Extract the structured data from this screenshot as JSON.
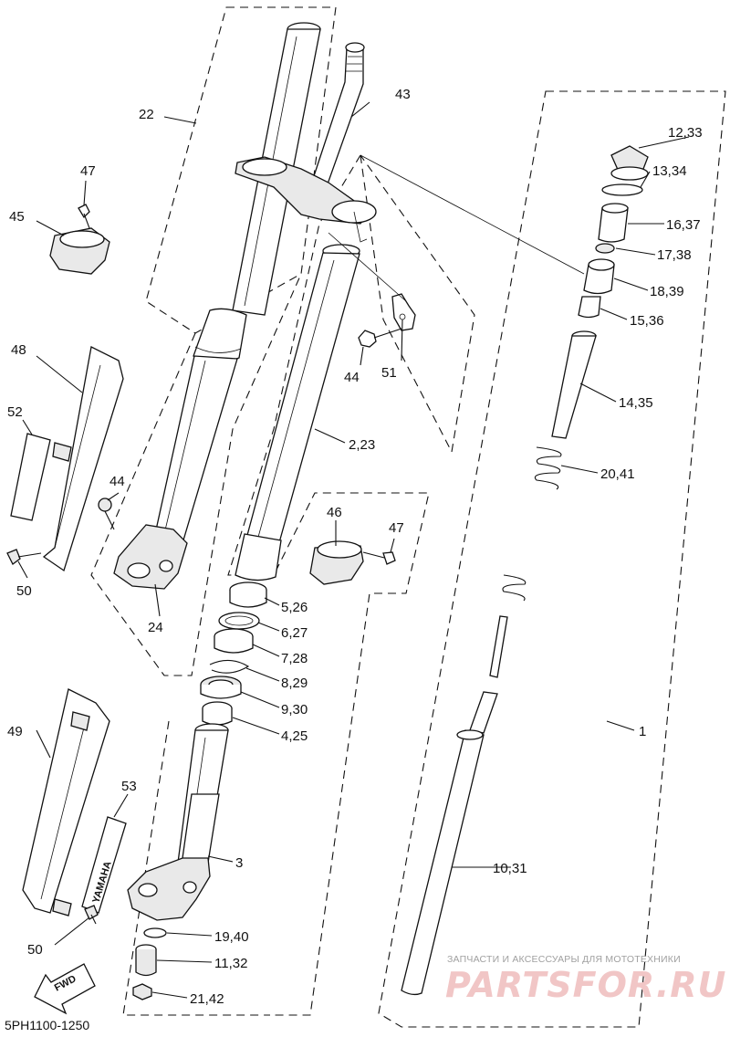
{
  "labels": {
    "l1": "1",
    "l2_23": "2,23",
    "l3": "3",
    "l4_25": "4,25",
    "l5_26": "5,26",
    "l6_27": "6,27",
    "l7_28": "7,28",
    "l8_29": "8,29",
    "l9_30": "9,30",
    "l10_31": "10,31",
    "l11_32": "11,32",
    "l12_33": "12,33",
    "l13_34": "13,34",
    "l14_35": "14,35",
    "l15_36": "15,36",
    "l16_37": "16,37",
    "l17_38": "17,38",
    "l18_39": "18,39",
    "l19_40": "19,40",
    "l20_41": "20,41",
    "l21_42": "21,42",
    "l22": "22",
    "l24": "24",
    "l43": "43",
    "l44a": "44",
    "l44b": "44",
    "l45": "45",
    "l46": "46",
    "l47a": "47",
    "l47b": "47",
    "l48": "48",
    "l49": "49",
    "l50a": "50",
    "l50b": "50",
    "l51": "51",
    "l52": "52",
    "l53": "53"
  },
  "diagram_code": "5PH1100-1250",
  "fwd_label": "FWD",
  "guard_logo_text": "YAMAHA",
  "watermark": {
    "tagline": "ЗАПЧАСТИ И АКСЕССУАРЫ ДЛЯ МОТОТЕХНИКИ",
    "site": "PARTSFOR.RU"
  }
}
